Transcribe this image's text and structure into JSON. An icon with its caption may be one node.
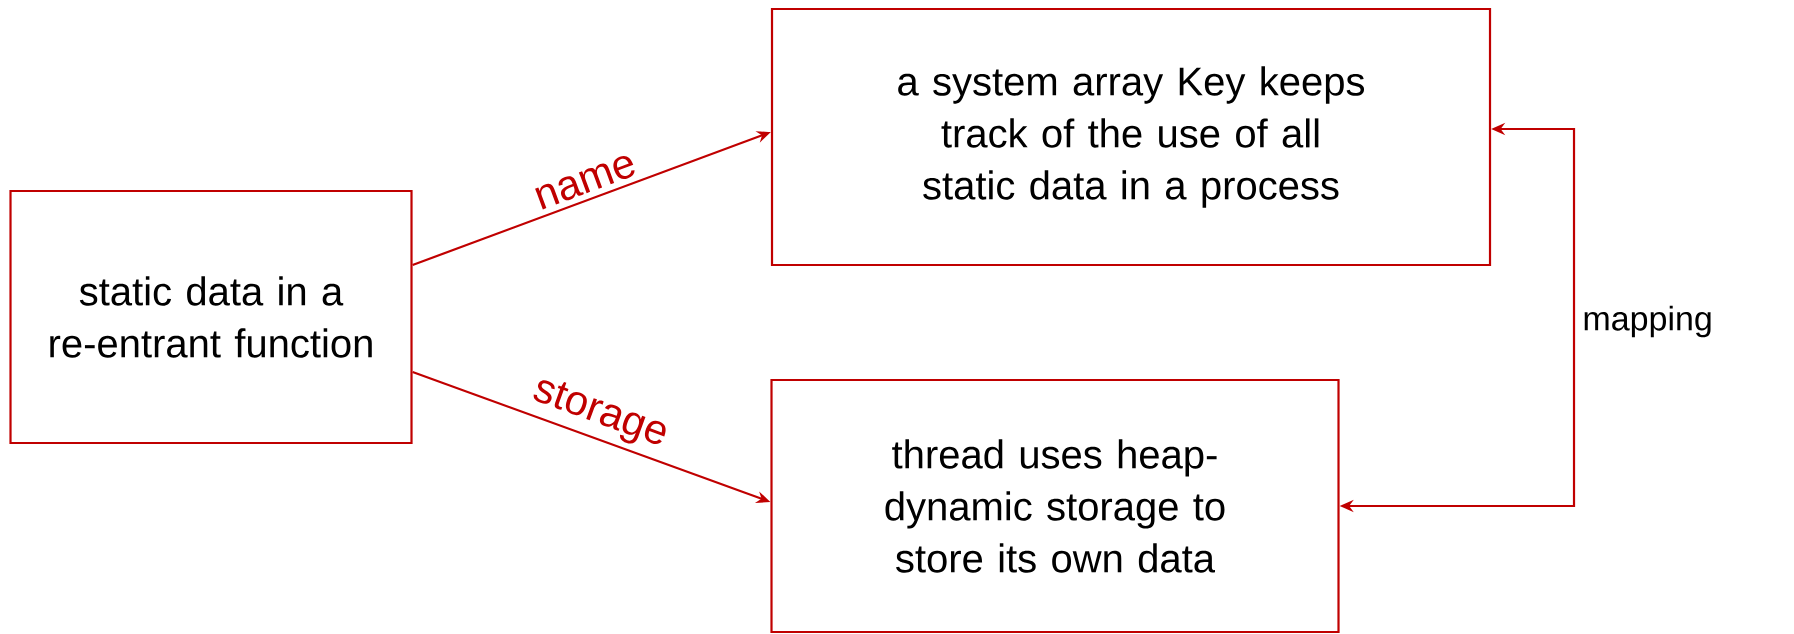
{
  "diagram": {
    "nodes": [
      {
        "text": [
          "static data in a re-entrant function"
        ]
      },
      {
        "text": [
          "a system array Key keeps track of the use of all static data in a process"
        ]
      },
      {
        "text": [
          "thread uses heap-dynamic storage to store its own data"
        ]
      }
    ],
    "edges": [
      {
        "from": 0,
        "to": 1,
        "arrow": "to",
        "label": "name"
      },
      {
        "from": 0,
        "to": 2,
        "arrow": "to",
        "label": "storage"
      },
      {
        "from": 1,
        "to": 2,
        "arrow": "both",
        "label": "mapping"
      }
    ]
  }
}
